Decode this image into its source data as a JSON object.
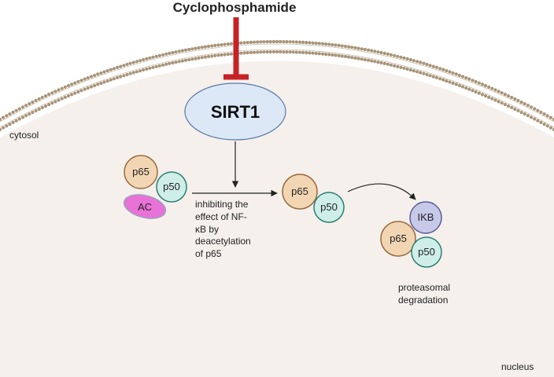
{
  "title": "Cyclophosphamide",
  "sirt1": "SIRT1",
  "labels": {
    "cytosol": "cytosol",
    "nucleus": "nucleus"
  },
  "complex_left": {
    "p65": "p65",
    "p50": "p50",
    "ac": "AC"
  },
  "complex_mid": {
    "p65": "p65",
    "p50": "p50"
  },
  "complex_right": {
    "ikb": "IKB",
    "p65": "p65",
    "p50": "p50"
  },
  "annotation": [
    "inhibiting the",
    "effect of NF-",
    "κB by",
    "deacetylation",
    "of p65"
  ],
  "degradation": [
    "proteasomal",
    "degradation"
  ],
  "colors": {
    "inhibitor": "#c62127",
    "p65_fill": "#f2d6b4",
    "p65_stroke": "#9a6a3e",
    "p50_fill": "#cfeee8",
    "p50_stroke": "#2a7f74",
    "ac_fill": "#e872d6",
    "sirt1_fill": "#dde8f7",
    "ikb_fill": "#c7c9e9",
    "membrane": "#a89478"
  }
}
